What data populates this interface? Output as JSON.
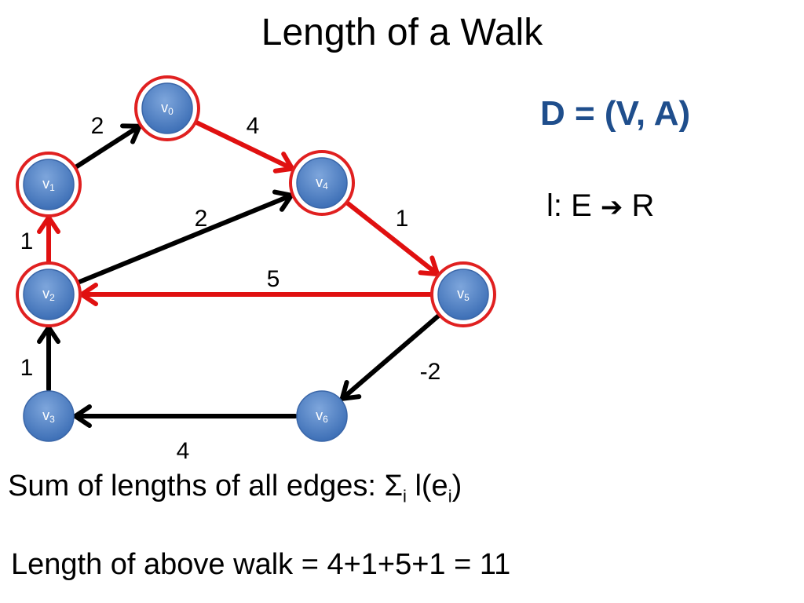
{
  "slide": {
    "title": "Length of a Walk",
    "definition": "D = (V, A)",
    "mapping": {
      "left": "l: E",
      "right": "R",
      "arrow_icon": "heavy-right-arrow"
    },
    "sum_text": {
      "prefix": "Sum of lengths of all edges: Σ",
      "sub1": "i",
      "mid": " l(e",
      "sub2": "i",
      "suffix": ")"
    },
    "walk_length_text": "Length of above walk = 4+1+5+1 = 11"
  },
  "graph": {
    "colors": {
      "node_fill": "#4f81bd",
      "node_highlight": "#e02020",
      "edge_black": "#000000",
      "edge_red": "#e01010"
    },
    "nodes": [
      {
        "id": "v0",
        "base": "v",
        "sub": "0",
        "highlighted": true
      },
      {
        "id": "v1",
        "base": "v",
        "sub": "1",
        "highlighted": true
      },
      {
        "id": "v2",
        "base": "v",
        "sub": "2",
        "highlighted": true
      },
      {
        "id": "v3",
        "base": "v",
        "sub": "3",
        "highlighted": false
      },
      {
        "id": "v4",
        "base": "v",
        "sub": "4",
        "highlighted": true
      },
      {
        "id": "v5",
        "base": "v",
        "sub": "5",
        "highlighted": true
      },
      {
        "id": "v6",
        "base": "v",
        "sub": "6",
        "highlighted": false
      }
    ],
    "edges": [
      {
        "from": "v1",
        "to": "v0",
        "weight": "2",
        "in_walk": false
      },
      {
        "from": "v0",
        "to": "v4",
        "weight": "4",
        "in_walk": true
      },
      {
        "from": "v2",
        "to": "v4",
        "weight": "2",
        "in_walk": false
      },
      {
        "from": "v4",
        "to": "v5",
        "weight": "1",
        "in_walk": true
      },
      {
        "from": "v2",
        "to": "v1",
        "weight": "1",
        "in_walk": true
      },
      {
        "from": "v5",
        "to": "v2",
        "weight": "5",
        "in_walk": true
      },
      {
        "from": "v3",
        "to": "v2",
        "weight": "1",
        "in_walk": false
      },
      {
        "from": "v5",
        "to": "v6",
        "weight": "-2",
        "in_walk": false
      },
      {
        "from": "v6",
        "to": "v3",
        "weight": "4",
        "in_walk": false
      }
    ]
  }
}
